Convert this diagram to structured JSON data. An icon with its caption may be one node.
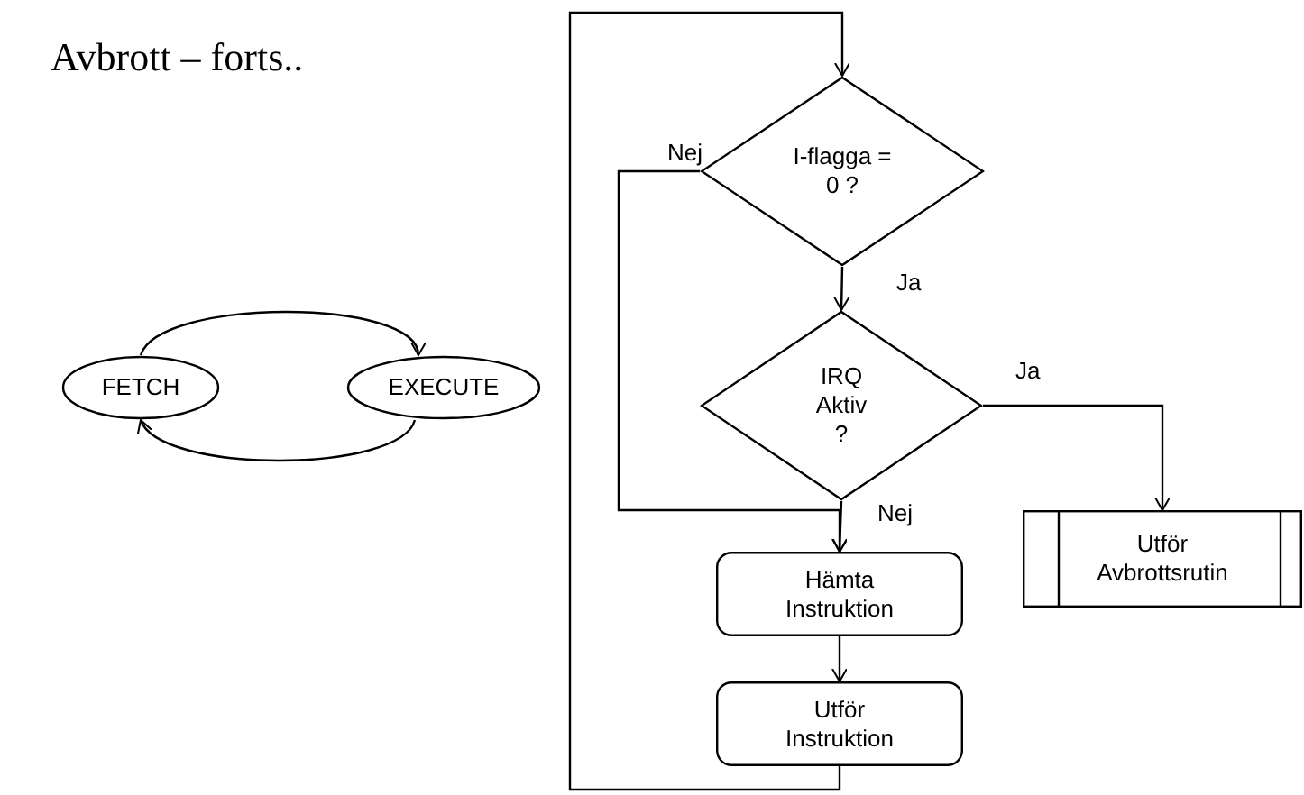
{
  "diagram": {
    "title": "Avbrott – forts..",
    "nodes": [
      {
        "text": [
          "FETCH"
        ]
      },
      {
        "text": [
          "EXECUTE"
        ]
      },
      {
        "text": [
          "I-flagga = 0 ?"
        ]
      },
      {
        "text": [
          "IRQ Aktiv ?"
        ]
      },
      {
        "text": [
          "Hämta Instruktion"
        ]
      },
      {
        "text": [
          "Utför Instruktion"
        ]
      },
      {
        "text": [
          "Utför Avbrottsrutin"
        ]
      }
    ],
    "edges": [
      {
        "from": 0,
        "to": 1,
        "arrow": "to"
      },
      {
        "from": 1,
        "to": 0,
        "arrow": "to"
      },
      {
        "from": 5,
        "to": 2,
        "arrow": "to"
      },
      {
        "from": 2,
        "to": 3,
        "arrow": "to",
        "label": "Ja"
      },
      {
        "from": 2,
        "to": 4,
        "arrow": "to",
        "label": "Nej"
      },
      {
        "from": 3,
        "to": 4,
        "arrow": "to",
        "label": "Nej"
      },
      {
        "from": 3,
        "to": 6,
        "arrow": "to",
        "label": "Ja"
      },
      {
        "from": 4,
        "to": 5,
        "arrow": "to"
      }
    ]
  }
}
